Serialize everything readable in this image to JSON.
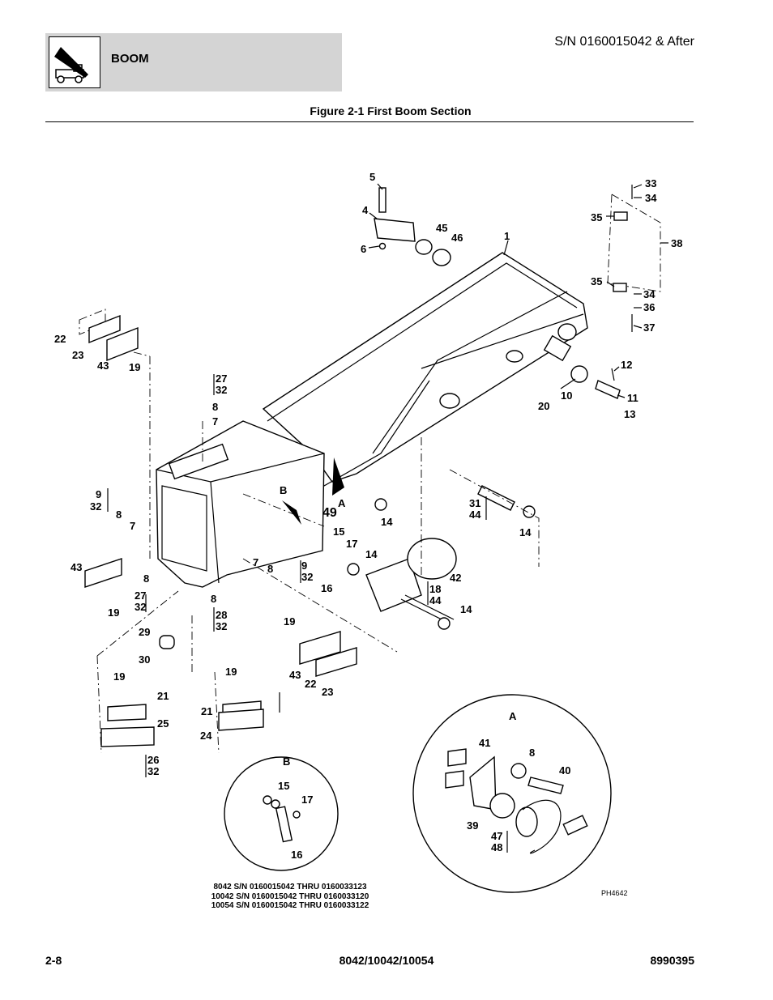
{
  "header": {
    "section": "BOOM",
    "serial": "S/N 0160015042 & After",
    "figure_title": "Figure 2-1 First Boom Section"
  },
  "footer": {
    "page": "2-8",
    "models": "8042/10042/10054",
    "doc_number": "8990395"
  },
  "notes": [
    "8042 S/N 0160015042 THRU 0160033123",
    "10042 S/N 0160015042 THRU 0160033120",
    "10054 S/N 0160015042 THRU 0160033122"
  ],
  "image_code": "PH4642",
  "callouts": {
    "c1": "1",
    "c4": "4",
    "c5": "5",
    "c6": "6",
    "c45": "45",
    "c46": "46",
    "c33": "33",
    "c34a": "34",
    "c35a": "35",
    "c38": "38",
    "c35b": "35",
    "c34b": "34",
    "c36": "36",
    "c37": "37",
    "c12": "12",
    "c10": "10",
    "c11": "11",
    "c20": "20",
    "c13": "13",
    "c22a": "22",
    "c23a": "23",
    "c43a": "43",
    "c19a": "19",
    "c27a": "27",
    "c32a": "32",
    "c8a": "8",
    "c7a": "7",
    "c9a": "9",
    "c32b": "32",
    "c8b": "8",
    "c7b": "7",
    "cB": "B",
    "cA": "A",
    "c49": "49",
    "c15a": "15",
    "c17a": "17",
    "c14a": "14",
    "c31": "31",
    "c44a": "44",
    "c14b": "14",
    "c7c": "7",
    "c8c": "8",
    "c9b": "9",
    "c32c": "32",
    "c16a": "16",
    "c14c": "14",
    "c42": "42",
    "c18": "18",
    "c44b": "44",
    "c14d": "14",
    "c43b": "43",
    "c19b": "19",
    "c8d": "8",
    "c27b": "27",
    "c32d": "32",
    "c8e": "8",
    "c28": "28",
    "c32e": "32",
    "c29": "29",
    "c30": "30",
    "c19c": "19",
    "c43c": "43",
    "c22b": "22",
    "c23b": "23",
    "c19d": "19",
    "c21a": "21",
    "c25": "25",
    "c26": "26",
    "c32f": "32",
    "c19e": "19",
    "c21b": "21",
    "c24": "24",
    "cBdet": "B",
    "c15b": "15",
    "c17b": "17",
    "c16b": "16",
    "cAdet": "A",
    "c41": "41",
    "c8f": "8",
    "c40": "40",
    "c39": "39",
    "c47": "47",
    "c48": "48"
  }
}
